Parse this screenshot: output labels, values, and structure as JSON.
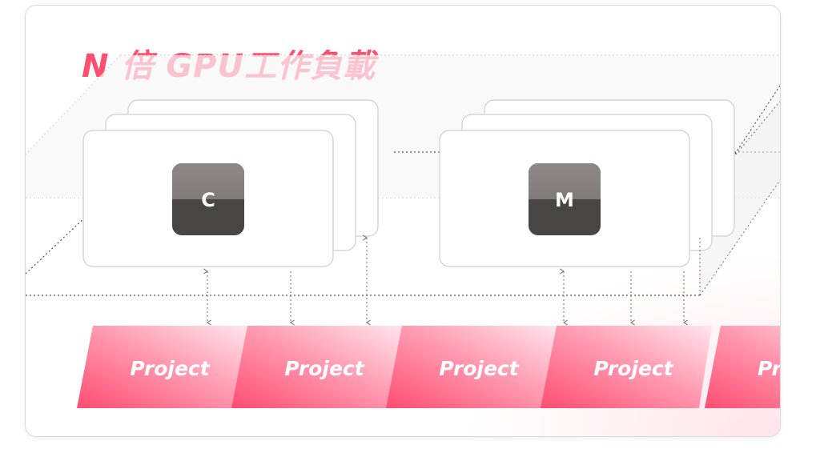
{
  "title": "N 倍 GPU工作負載",
  "gpu_groups": [
    {
      "letter": "C",
      "layers": 3
    },
    {
      "letter": "M",
      "layers": 3
    }
  ],
  "project_label": "Project",
  "project_label_partial": "Pr",
  "colors": {
    "accent": "#ff4f6e",
    "chip_top": "#8b8685",
    "chip_bottom": "#4a4545",
    "project_dark": "#ff5a7a",
    "project_light": "#ffe3ea"
  }
}
